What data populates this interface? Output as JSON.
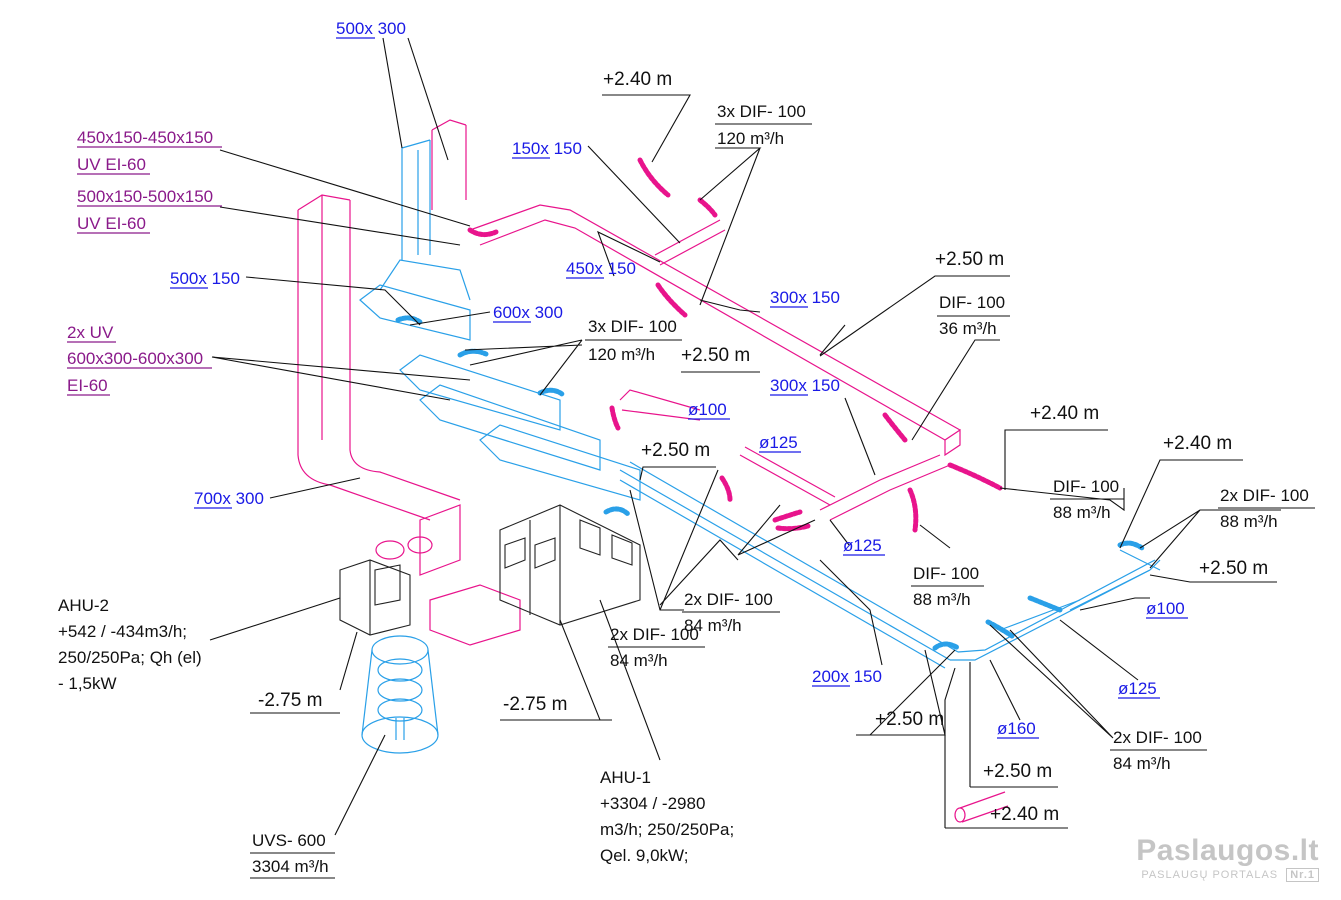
{
  "colors": {
    "blue_duct": "#2aa0e8",
    "magenta_duct": "#e8148c",
    "blue_text": "#1a1ae6",
    "purple_text": "#8a1a8a",
    "black": "#111111"
  },
  "labels": {
    "l_500x300_top": "500x 300",
    "l_450x150": "450x150-450x150",
    "l_uv_ei60_a": "UV EI-60",
    "l_500x150_500x150": "500x150-500x150",
    "l_uv_ei60_b": "UV EI-60",
    "l_500x150": "500x 150",
    "l_600x300": "600x 300",
    "l_2x_uv": "2x UV",
    "l_600x300_600x300": "600x300-600x300",
    "l_ei60": "EI-60",
    "l_700x300": "700x 300",
    "l_150x150": "150x 150",
    "l_450x150_b": "450x 150",
    "l_300x150_a": "300x 150",
    "l_300x150_b": "300x 150",
    "l_200x150": "200x 150",
    "l_d100_a": "ø100",
    "l_d125_a": "ø125",
    "l_d125_b": "ø125",
    "l_d100_b": "ø100",
    "l_d125_c": "ø125",
    "l_d160": "ø160"
  },
  "elevations": {
    "e_240_top": "+2.40 m",
    "e_250_a": "+2.50 m",
    "e_250_b": "+2.50 m",
    "e_250_c": "+2.50 m",
    "e_240_right": "+2.40 m",
    "e_240_far": "+2.40 m",
    "e_250_right": "+2.50 m",
    "e_250_bottom": "+2.50 m",
    "e_250_lower": "+2.50 m",
    "e_240_bottom": "+2.40 m",
    "e_minus275_a": "-2.75 m",
    "e_minus275_b": "-2.75 m"
  },
  "diffusers": {
    "d1_name": "3x DIF- 100",
    "d1_flow": "120 m³/h",
    "d2_name": "3x DIF- 100",
    "d2_flow": "120 m³/h",
    "d3_name": "DIF- 100",
    "d3_flow": "36 m³/h",
    "d4_name": "DIF- 100",
    "d4_flow": "88 m³/h",
    "d5_name": "2x DIF- 100",
    "d5_flow": "88 m³/h",
    "d6_name": "DIF- 100",
    "d6_flow": "88 m³/h",
    "d7_name": "2x DIF- 100",
    "d7_flow": "84 m³/h",
    "d8_name": "2x DIF- 100",
    "d8_flow": "84 m³/h",
    "d9_name": "2x DIF- 100",
    "d9_flow": "84 m³/h"
  },
  "equipment": {
    "ahu2_lines": [
      "AHU-2",
      "+542 / -434m3/h;",
      "250/250Pa; Qh (el)",
      "- 1,5kW"
    ],
    "ahu1_lines": [
      "AHU-1",
      "+3304 / -2980",
      "m3/h; 250/250Pa;",
      "Qel. 9,0kW;"
    ],
    "uvs_name": "UVS- 600",
    "uvs_flow": "3304 m³/h"
  },
  "watermark": {
    "brand": "Paslaugos.lt",
    "tagline": "PASLAUGŲ PORTALAS",
    "badge": "Nr.1"
  }
}
